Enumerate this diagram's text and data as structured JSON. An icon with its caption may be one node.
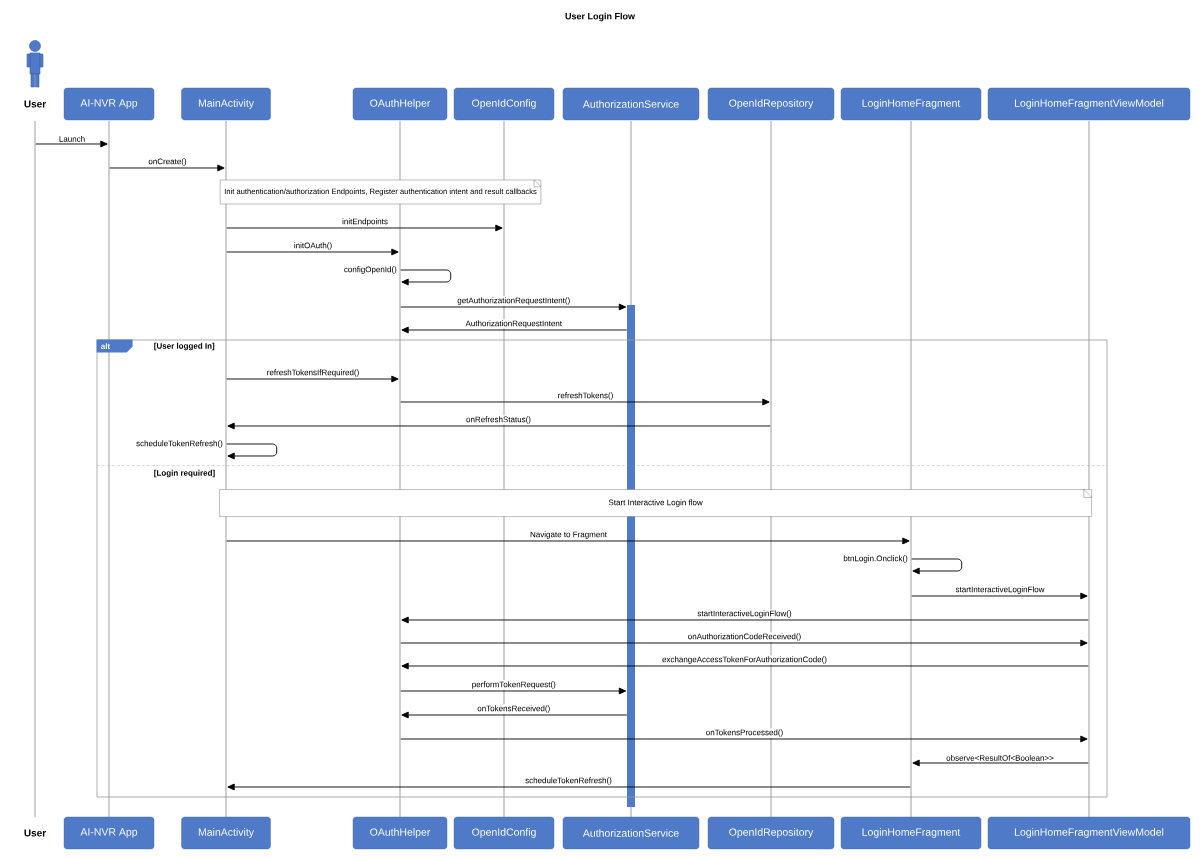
{
  "diagram": {
    "title": "User Login Flow",
    "nodes": [
      {
        "text": [
          "User"
        ]
      },
      {
        "text": [
          "AI-NVR App"
        ]
      },
      {
        "text": [
          "MainActivity"
        ]
      },
      {
        "text": [
          "OAuthHelper"
        ]
      },
      {
        "text": [
          "OpenIdConfig"
        ]
      },
      {
        "text": [
          "AuthorizationService"
        ]
      },
      {
        "text": [
          "OpenIdRepository"
        ]
      },
      {
        "text": [
          "LoginHomeFragment"
        ]
      },
      {
        "text": [
          "LoginHomeFragmentViewModel"
        ]
      },
      {
        "text": [
          "Init authentication/authorization Endpoints, Register authentication intent and result callbacks"
        ]
      },
      {
        "text": [
          "alt",
          "[User logged In]",
          "[Login required]"
        ]
      },
      {
        "text": [
          "Start Interactive Login flow"
        ],
        "in": 10
      },
      {
        "text": [
          "User"
        ]
      },
      {
        "text": [
          "AI-NVR App"
        ]
      },
      {
        "text": [
          "MainActivity"
        ]
      },
      {
        "text": [
          "OAuthHelper"
        ]
      },
      {
        "text": [
          "OpenIdConfig"
        ]
      },
      {
        "text": [
          "AuthorizationService"
        ]
      },
      {
        "text": [
          "OpenIdRepository"
        ]
      },
      {
        "text": [
          "LoginHomeFragment"
        ]
      },
      {
        "text": [
          "LoginHomeFragmentViewModel"
        ]
      },
      {
        "text": [],
        "shape": "line"
      },
      {
        "text": [],
        "shape": "line"
      },
      {
        "text": [],
        "shape": "line"
      },
      {
        "text": [],
        "shape": "line"
      },
      {
        "text": [],
        "shape": "line"
      },
      {
        "text": [],
        "shape": "line"
      },
      {
        "text": [],
        "shape": "line"
      },
      {
        "text": [],
        "shape": "line"
      },
      {
        "text": [],
        "shape": "line"
      },
      {
        "text": [],
        "shape": "bar"
      }
    ],
    "edges": [
      {
        "from": 21,
        "to": 22,
        "arrow": "to",
        "label": "Launch"
      },
      {
        "from": 22,
        "to": 23,
        "arrow": "to",
        "label": "onCreate()"
      },
      {
        "from": 23,
        "to": 25,
        "arrow": "to",
        "label": "initEndpoints"
      },
      {
        "from": 23,
        "to": 24,
        "arrow": "to",
        "label": "initOAuth()"
      },
      {
        "from": 24,
        "to": 24,
        "arrow": "to",
        "label": "configOpenId()"
      },
      {
        "from": 24,
        "to": 30,
        "arrow": "to",
        "label": "getAuthorizationRequestIntent()"
      },
      {
        "from": 30,
        "to": 24,
        "arrow": "to",
        "label": "AuthorizationRequestIntent"
      },
      {
        "from": 23,
        "to": 24,
        "arrow": "to",
        "label": "refreshTokensIfRequired()"
      },
      {
        "from": 24,
        "to": 27,
        "arrow": "to",
        "label": "refreshTokens()"
      },
      {
        "from": 27,
        "to": 23,
        "arrow": "to",
        "label": "onRefreshStatus()"
      },
      {
        "from": 23,
        "to": 23,
        "arrow": "to",
        "label": "scheduleTokenRefresh()"
      },
      {
        "from": 23,
        "to": 28,
        "arrow": "to",
        "label": "Navigate to Fragment"
      },
      {
        "from": 28,
        "to": 28,
        "arrow": "to",
        "label": "btnLogin.Onclick()"
      },
      {
        "from": 28,
        "to": 29,
        "arrow": "to",
        "label": "startInteractiveLoginFlow"
      },
      {
        "from": 29,
        "to": 24,
        "arrow": "to",
        "label": "startInteractiveLoginFlow()"
      },
      {
        "from": 24,
        "to": 29,
        "arrow": "to",
        "label": "onAuthorizationCodeReceived()"
      },
      {
        "from": 29,
        "to": 24,
        "arrow": "to",
        "label": "exchangeAccessTokenForAuthorizationCode()"
      },
      {
        "from": 24,
        "to": 30,
        "arrow": "to",
        "label": "performTokenRequest()"
      },
      {
        "from": 30,
        "to": 24,
        "arrow": "to",
        "label": "onTokensReceived()"
      },
      {
        "from": 24,
        "to": 29,
        "arrow": "to",
        "label": "onTokensProcessed()"
      },
      {
        "from": 29,
        "to": 28,
        "arrow": "to",
        "label": "observe<ResultOf<Boolean>>"
      },
      {
        "from": 28,
        "to": 23,
        "arrow": "to",
        "label": "scheduleTokenRefresh()"
      }
    ]
  }
}
